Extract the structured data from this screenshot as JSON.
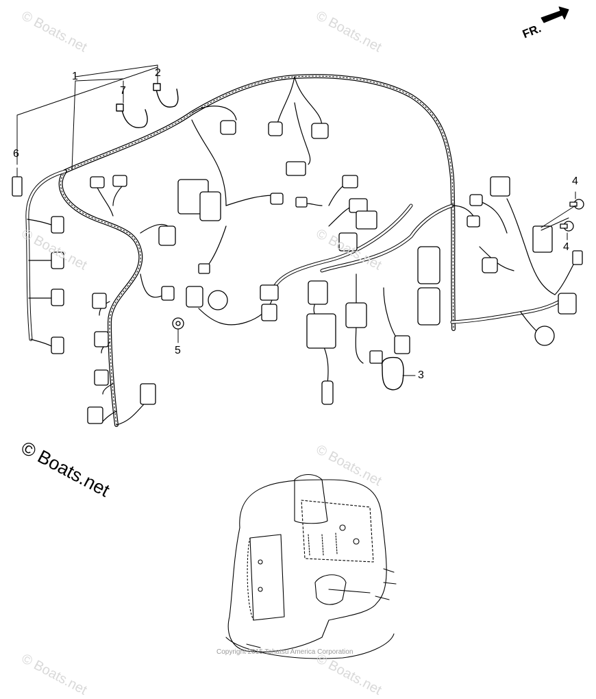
{
  "watermark": "© Boats.net",
  "main_watermark": "© Boats.net",
  "orientation_label": "FR.",
  "copyright": "Copyright 2015 Tohatsu America Corporation",
  "callouts": [
    "1",
    "2",
    "3",
    "4",
    "4",
    "5",
    "6",
    "7"
  ]
}
